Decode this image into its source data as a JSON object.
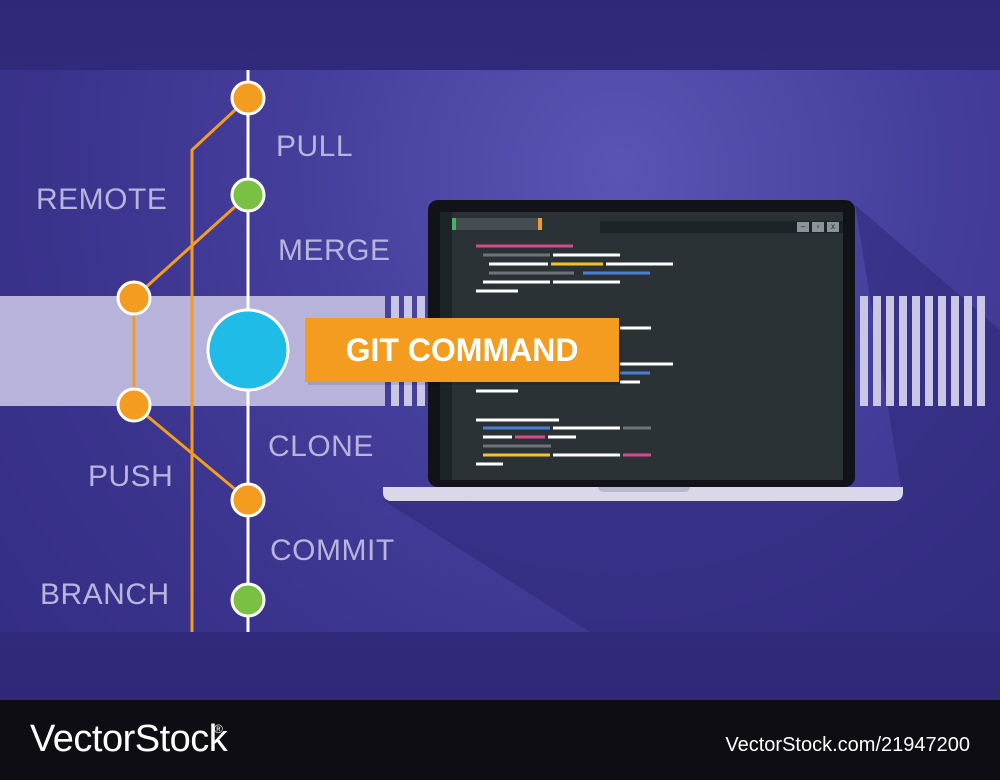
{
  "labels": {
    "pull": "PULL",
    "remote": "REMOTE",
    "merge": "MERGE",
    "clone": "CLONE",
    "push": "PUSH",
    "commit": "COMMIT",
    "branch": "BRANCH"
  },
  "banner": {
    "text": "GIT COMMAND"
  },
  "laptop": {
    "window_buttons": [
      "–",
      "▫",
      "x"
    ]
  },
  "footer": {
    "logo": "VectorStock",
    "reg_mark": "®",
    "url": "VectorStock.com/21947200"
  },
  "colors": {
    "background": "#3a338c",
    "orange": "#f39c1f",
    "green": "#7ac143",
    "cyan": "#1fbce8",
    "label": "#b8b4de"
  }
}
